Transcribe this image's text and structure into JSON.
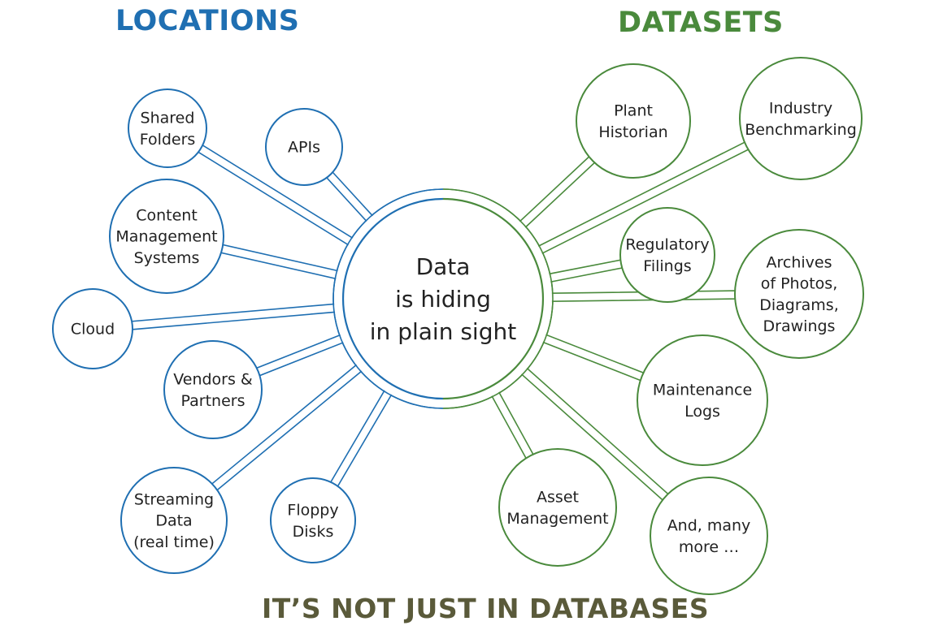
{
  "headings": {
    "left": "LOCATIONS",
    "right": "DATASETS",
    "bottom": "IT’S NOT JUST IN DATABASES"
  },
  "colors": {
    "blue": "#1f6fb2",
    "green": "#4a8a3c",
    "bottom": "#5a5a3a"
  },
  "center": {
    "lines": [
      "Data",
      "is hiding",
      "in plain sight"
    ]
  },
  "locations": [
    {
      "id": "shared-folders",
      "lines": [
        "Shared",
        "Folders"
      ]
    },
    {
      "id": "apis",
      "lines": [
        "APIs"
      ]
    },
    {
      "id": "cms",
      "lines": [
        "Content",
        "Management",
        "Systems"
      ]
    },
    {
      "id": "cloud",
      "lines": [
        "Cloud"
      ]
    },
    {
      "id": "vendors",
      "lines": [
        "Vendors &",
        "Partners"
      ]
    },
    {
      "id": "streaming",
      "lines": [
        "Streaming",
        "Data",
        "(real time)"
      ]
    },
    {
      "id": "floppy",
      "lines": [
        "Floppy",
        "Disks"
      ]
    }
  ],
  "datasets": [
    {
      "id": "plant-historian",
      "lines": [
        "Plant",
        "Historian"
      ]
    },
    {
      "id": "industry-benchmarking",
      "lines": [
        "Industry",
        "Benchmarking"
      ]
    },
    {
      "id": "regulatory-filings",
      "lines": [
        "Regulatory",
        "Filings"
      ]
    },
    {
      "id": "archives",
      "lines": [
        "Archives",
        "of Photos,",
        "Diagrams,",
        "Drawings"
      ]
    },
    {
      "id": "maintenance-logs",
      "lines": [
        "Maintenance",
        "Logs"
      ]
    },
    {
      "id": "asset-management",
      "lines": [
        "Asset",
        "Management"
      ]
    },
    {
      "id": "many-more",
      "lines": [
        "And, many",
        "more …"
      ]
    }
  ]
}
